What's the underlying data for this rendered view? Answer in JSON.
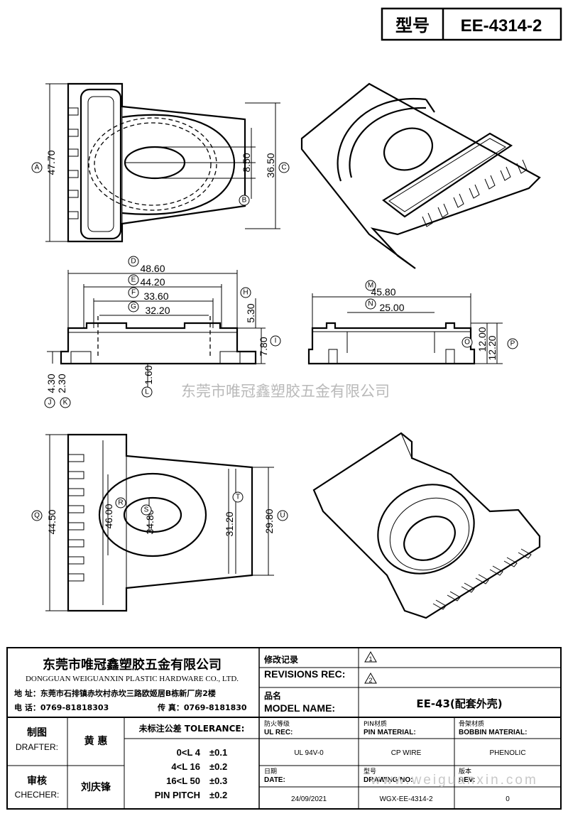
{
  "header": {
    "model_label": "型号",
    "model_value": "EE-4314-2"
  },
  "dimensions": {
    "top_view": [
      {
        "id": "A",
        "value": "47.70"
      },
      {
        "id": "B",
        "value": "8.50"
      },
      {
        "id": "C",
        "value": "36.50"
      }
    ],
    "front_view": [
      {
        "id": "D",
        "value": "48.60"
      },
      {
        "id": "E",
        "value": "44.20"
      },
      {
        "id": "F",
        "value": "33.60"
      },
      {
        "id": "G",
        "value": "32.20"
      },
      {
        "id": "H",
        "value": "5.30"
      },
      {
        "id": "I",
        "value": "7.80"
      },
      {
        "id": "J",
        "value": "4.30"
      },
      {
        "id": "K",
        "value": "2.30"
      },
      {
        "id": "L",
        "value": "1.60"
      }
    ],
    "side_view": [
      {
        "id": "M",
        "value": "45.80"
      },
      {
        "id": "N",
        "value": "25.00"
      },
      {
        "id": "O",
        "value": "12.00"
      },
      {
        "id": "P",
        "value": "12.20"
      }
    ],
    "bottom_view": [
      {
        "id": "Q",
        "value": "44.50"
      },
      {
        "id": "R",
        "value": "46.00"
      },
      {
        "id": "S",
        "value": "34.80"
      },
      {
        "id": "T",
        "value": "31.20"
      },
      {
        "id": "U",
        "value": "29.80"
      }
    ]
  },
  "watermark": {
    "center": "东莞市唯冠鑫塑胶五金有限公司",
    "bottom": "www.weiguanxin.com"
  },
  "title_block": {
    "company_cn": "东莞市唯冠鑫塑胶五金有限公司",
    "company_en": "DONGGUAN WEIGUANXIN PLASTIC HARDWARE CO., LTD.",
    "address": "地  址：东莞市石排镇赤坎村赤坎三路欧姬居B栋新厂房2楼",
    "tel": "电  话：0769-81818303",
    "fax": "传  真：0769-8181830",
    "revisions_cn": "修改记录",
    "revisions_en": "REVISIONS REC:",
    "rev1": "1",
    "rev2": "2",
    "model_name_cn": "品名",
    "model_name_en": "MODEL NAME:",
    "model_name_value": "EE-43(配套外壳)",
    "drafter_cn": "制图",
    "drafter_en": "DRAFTER:",
    "drafter_name": "黄  惠",
    "checker_cn": "审核",
    "checker_en": "CHECHER:",
    "checker_name": "刘庆锋",
    "tolerance_title": "未标注公差 TOLERANCE:",
    "tolerances": [
      {
        "range": "0<L   4",
        "tol": "±0.1"
      },
      {
        "range": "4<L   16",
        "tol": "±0.2"
      },
      {
        "range": "16<L   50",
        "tol": "±0.3"
      },
      {
        "range": "PIN PITCH",
        "tol": "±0.2"
      }
    ],
    "ul_rec_cn": "防火等级",
    "ul_rec_en": "UL REC:",
    "ul_rec_value": "UL 94V-0",
    "pin_material_cn": "PIN材质",
    "pin_material_en": "PIN MATERIAL:",
    "pin_material_value": "CP WIRE",
    "bobbin_material_cn": "骨架材质",
    "bobbin_material_en": "BOBBIN MATERIAL:",
    "bobbin_material_value": "PHENOLIC",
    "date_cn": "日期",
    "date_en": "DATE:",
    "date_value": "24/09/2021",
    "drawing_no_cn": "型号",
    "drawing_no_en": "DRAWING NO:",
    "drawing_no_value": "WGX-EE-4314-2",
    "rev_cn": "版本",
    "rev_en": "REV:",
    "rev_value": "0"
  }
}
